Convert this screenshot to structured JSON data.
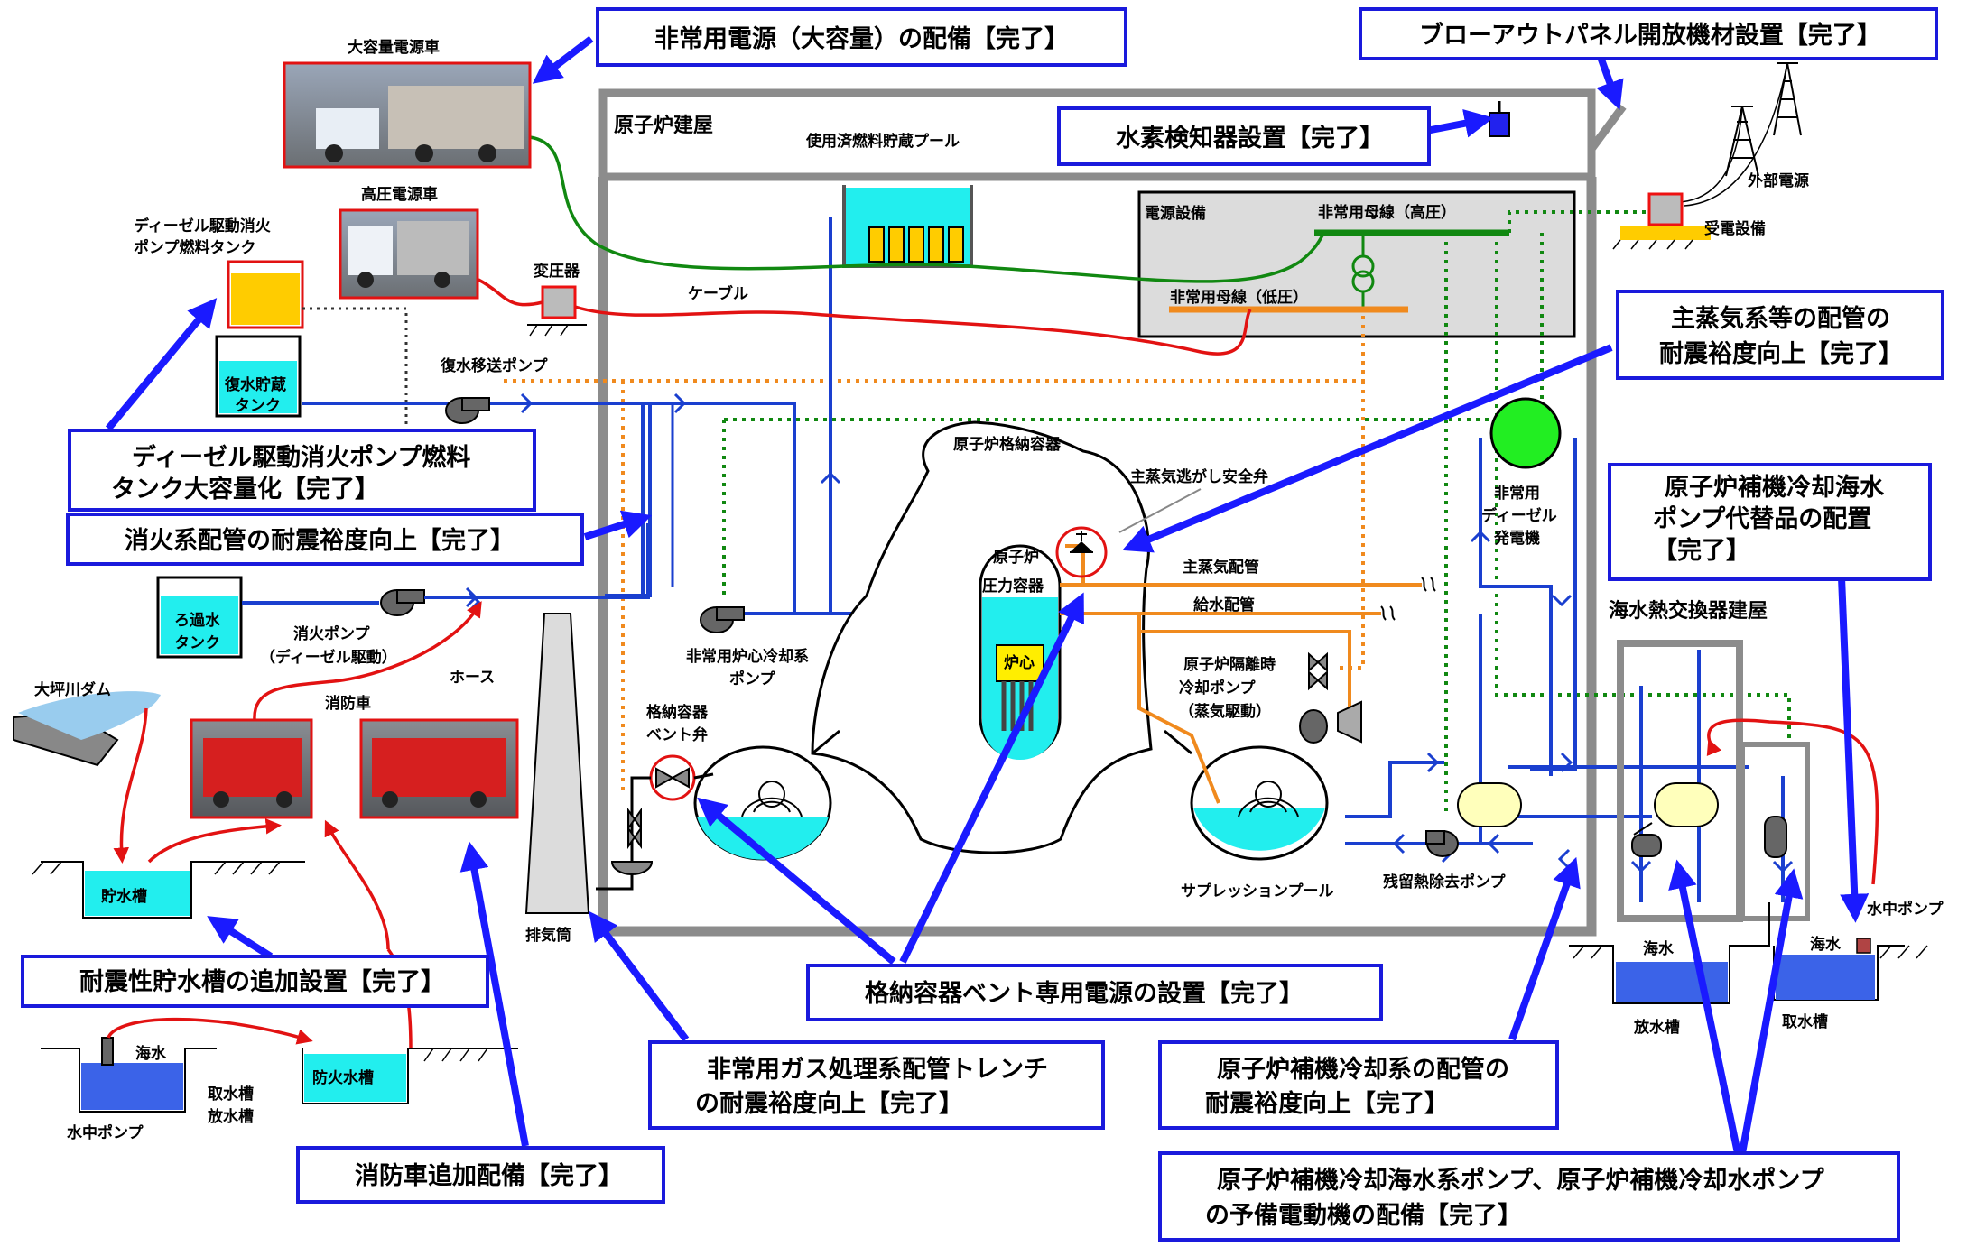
{
  "colors": {
    "callout_border": "#1a1adc",
    "arrow_blue": "#1a1aff",
    "cable_green": "#118811",
    "cable_red": "#e21212",
    "pipe_orange": "#f08a1e",
    "water_cyan": "#22eeee",
    "building_gray": "#8c8c8c"
  },
  "callouts": {
    "power_large": "非常用電源（大容量）の配備【完了】",
    "blowout": "ブローアウトパネル開放機材設置【完了】",
    "h2_detector": "水素検知器設置【完了】",
    "main_steam_1": "主蒸気系等の配管の",
    "main_steam_2": "耐震裕度向上【完了】",
    "seawater_pump_1": "原子炉補機冷却海水",
    "seawater_pump_2": "ポンプ代替品の配置",
    "seawater_pump_3": "【完了】",
    "diesel_tank_1": "ディーゼル駆動消火ポンプ燃料",
    "diesel_tank_2": "タンク大容量化【完了】",
    "fire_pipe": "消火系配管の耐震裕度向上【完了】",
    "quake_tank": "耐震性貯水槽の追加設置【完了】",
    "vent_power": "格納容器ベント専用電源の設置【完了】",
    "gas_trench_1": "非常用ガス処理系配管トレンチ",
    "gas_trench_2": "の耐震裕度向上【完了】",
    "aux_cool_1": "原子炉補機冷却系の配管の",
    "aux_cool_2": "耐震裕度向上【完了】",
    "fire_truck_add": "消防車追加配備【完了】",
    "spare_motor_1": "原子炉補機冷却海水系ポンプ、原子炉補機冷却水ポンプ",
    "spare_motor_2": "の予備電動機の配備【完了】"
  },
  "labels": {
    "large_power_truck": "大容量電源車",
    "hv_power_truck": "高圧電源車",
    "diesel_tank_1": "ディーゼル駆動消火",
    "diesel_tank_2": "ポンプ燃料タンク",
    "transformer": "変圧器",
    "cable": "ケーブル",
    "condensate_tank_1": "復水貯蔵",
    "condensate_tank_2": "タンク",
    "condensate_pump": "復水移送ポンプ",
    "reactor_building": "原子炉建屋",
    "spent_fuel_pool": "使用済燃料貯蔵プール",
    "power_equipment": "電源設備",
    "em_bus_high": "非常用母線（高圧）",
    "em_bus_low": "非常用母線（低圧）",
    "external_power": "外部電源",
    "receiving_equipment": "受電設備",
    "containment": "原子炉格納容器",
    "main_steam_relief": "主蒸気逃がし安全弁",
    "rpv_1": "原子炉",
    "rpv_2": "圧力容器",
    "core": "炉心",
    "main_steam_pipe": "主蒸気配管",
    "feedwater_pipe": "給水配管",
    "eccs_pump_1": "非常用炉心冷却系",
    "eccs_pump_2": "ポンプ",
    "rcic_1": "原子炉隔離時",
    "rcic_2": "冷却ポンプ",
    "rcic_3": "（蒸気駆動）",
    "vent_valve_1": "格納容器",
    "vent_valve_2": "ベント弁",
    "suppression_pool": "サプレッションプール",
    "rhr_pump": "残留熱除去ポンプ",
    "edg_1": "非常用",
    "edg_2": "ディーゼル",
    "edg_3": "発電機",
    "seawater_hx_building": "海水熱交換器建屋",
    "stack": "排気筒",
    "filter_tank_1": "ろ過水",
    "filter_tank_2": "タンク",
    "fire_pump_1": "消火ポンプ",
    "fire_pump_2": "（ディーゼル駆動）",
    "hose": "ホース",
    "fire_truck": "消防車",
    "dam": "大坪川ダム",
    "storage_tank": "貯水槽",
    "fire_water_tank": "防火水槽",
    "seawater": "海水",
    "intake_tank": "取水槽",
    "discharge_tank": "放水槽",
    "submersible_pump": "水中ポンプ"
  }
}
